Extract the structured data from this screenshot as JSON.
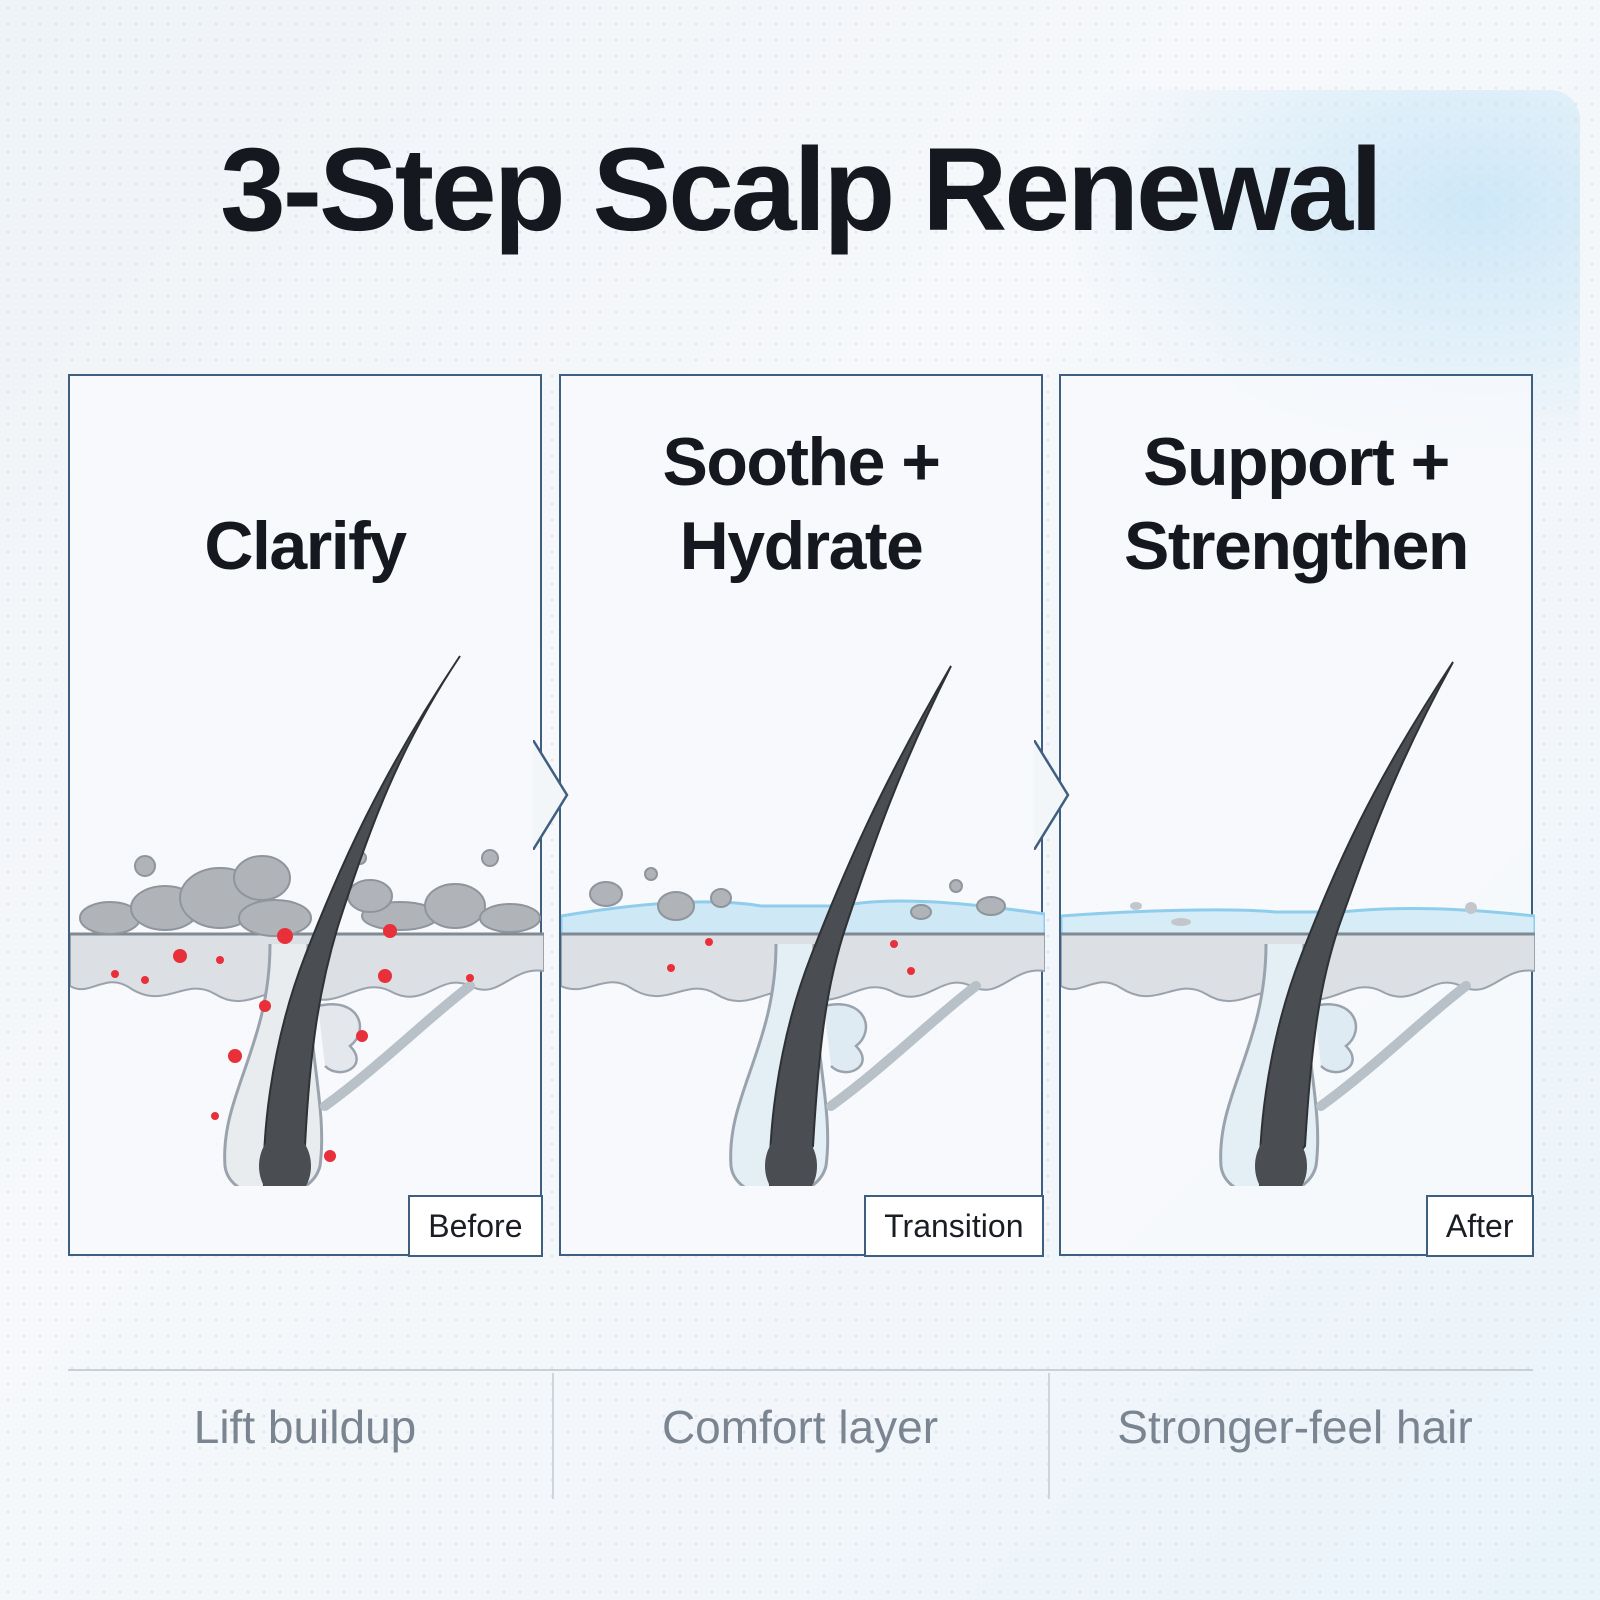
{
  "title": "3-Step Scalp Renewal",
  "steps": [
    {
      "title_lines": [
        "Clarify"
      ],
      "tag": "Before",
      "caption": "Lift buildup"
    },
    {
      "title_lines": [
        "Soothe +",
        "Hydrate"
      ],
      "tag": "Transition",
      "caption": "Comfort layer"
    },
    {
      "title_lines": [
        "Support +",
        "Strengthen"
      ],
      "tag": "After",
      "caption": "Stronger-feel hair"
    }
  ],
  "colors": {
    "panel_border": "#3f5f80",
    "title_text": "#15191f",
    "caption_text": "#7b8591",
    "hair": "#4a4d51",
    "skin": "#dcdfe3",
    "irritation": "#e8303a",
    "hydration": "#8fcdec"
  }
}
